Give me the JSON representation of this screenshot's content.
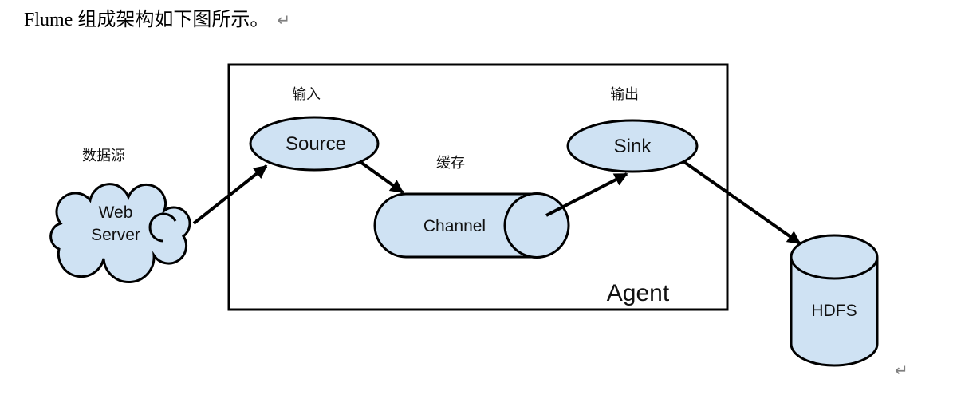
{
  "page": {
    "title": "Flume 组成架构如下图所示。",
    "return_mark": "↵"
  },
  "colors": {
    "shape_fill": "#cfe2f3",
    "shape_stroke": "#000000",
    "return_mark_gray": "#7f7f7f"
  },
  "diagram": {
    "agent_label": "Agent",
    "nodes": {
      "web_server": {
        "label_line1": "Web",
        "label_line2": "Server"
      },
      "source": {
        "label": "Source"
      },
      "channel": {
        "label": "Channel"
      },
      "sink": {
        "label": "Sink"
      },
      "hdfs": {
        "label": "HDFS"
      }
    },
    "annotations": {
      "data_source": "数据源",
      "input": "输入",
      "cache": "缓存",
      "output": "输出"
    }
  }
}
